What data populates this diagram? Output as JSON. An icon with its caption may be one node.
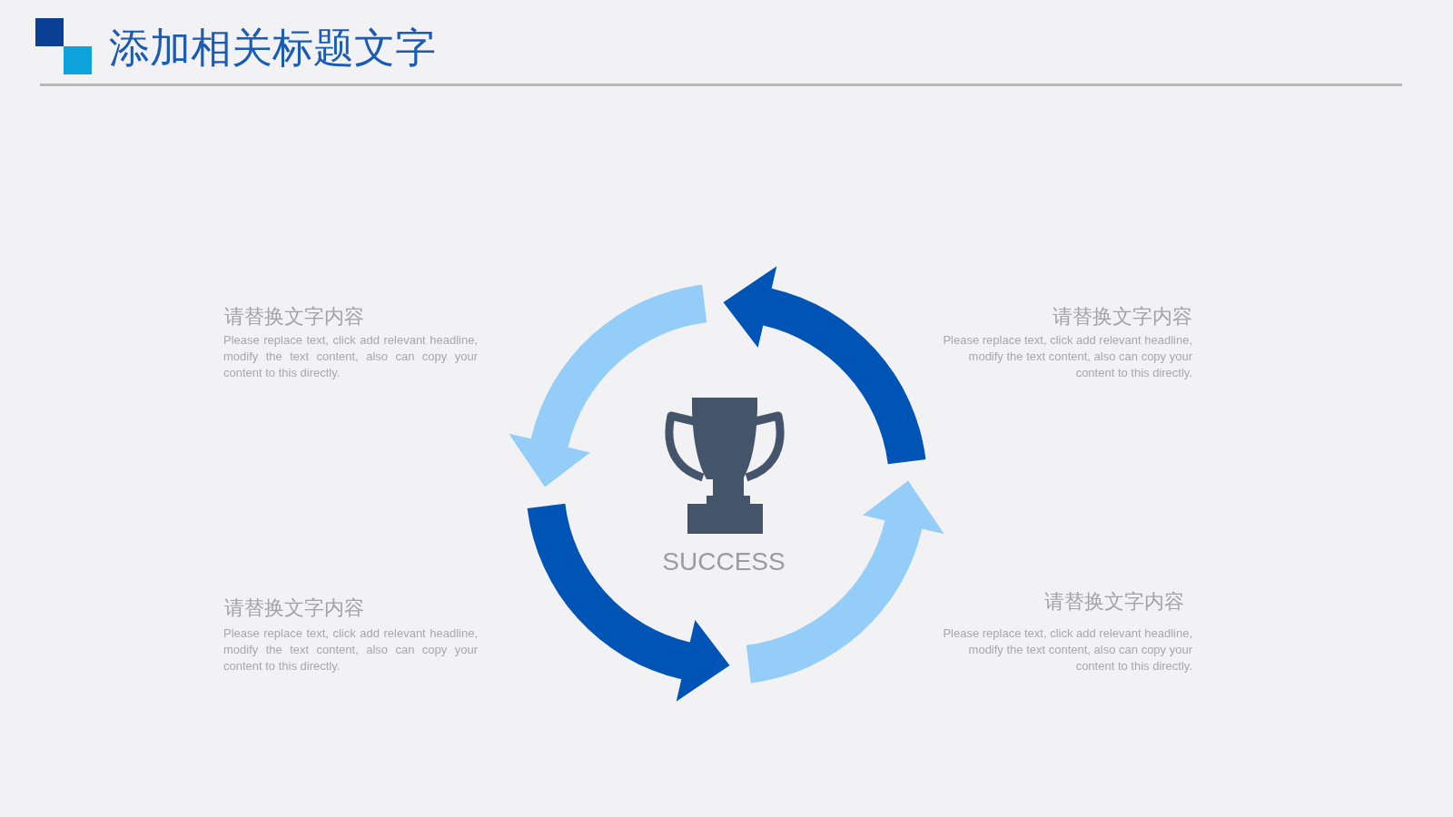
{
  "diagram": {
    "title": "添加相关标题文字",
    "labels": [
      "请替换文字内容",
      "Please replace text, click add relevant headline, modify the text content, also can copy your content to this directly.",
      "请替换文字内容",
      "Please replace text, click add relevant headline, modify the text content, also can copy your content to this directly.",
      "SUCCESS",
      "请替换文字内容",
      "Please replace text, click add relevant headline, modify the text content, also can copy your content to this directly.",
      "请替换文字内容",
      "Please replace text, click add relevant headline, modify the text content, also can copy your content to this directly."
    ]
  }
}
